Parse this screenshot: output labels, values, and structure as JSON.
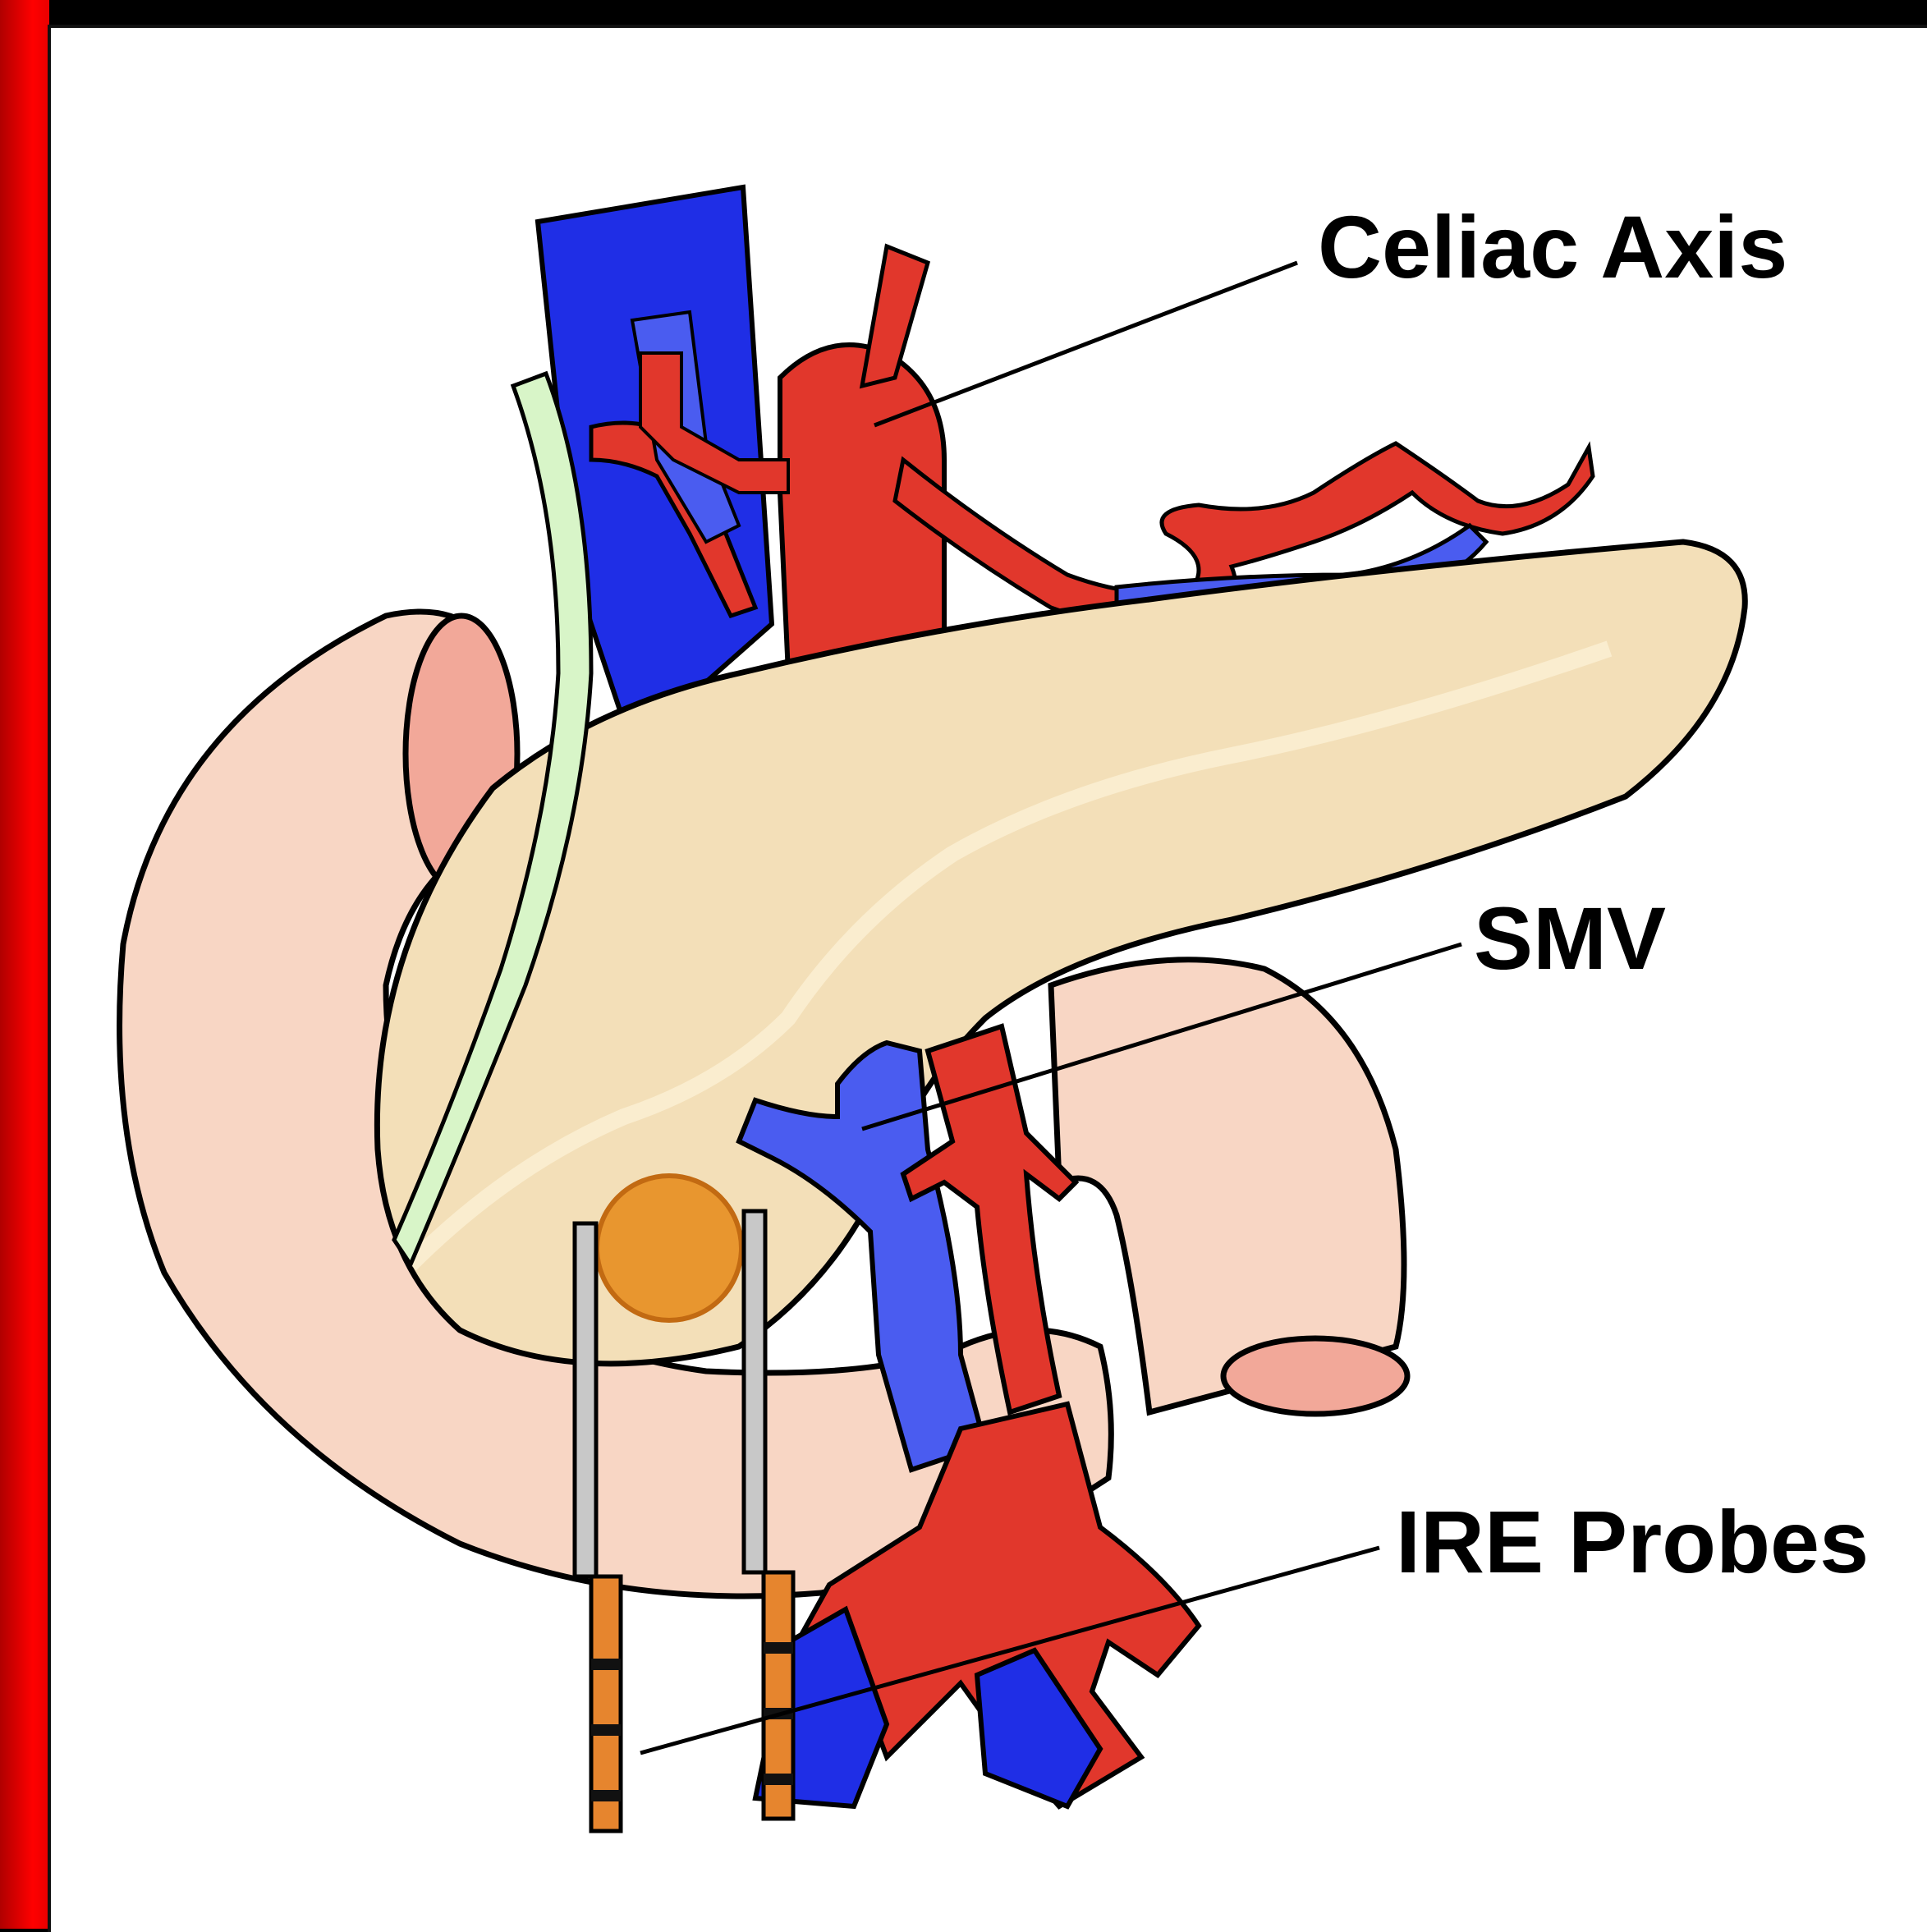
{
  "labels": {
    "celiac_axis": "Celiac Axis",
    "smv": "SMV",
    "ire_probes": "IRE Probes"
  },
  "colors": {
    "border_red": "#e80000",
    "artery_red": "#e1372c",
    "vein_blue": "#1f2ee6",
    "vein_light_blue": "#4a5cf0",
    "pancreas_tan": "#f3dfb8",
    "duodenum_pink": "#f8d6c4",
    "bile_duct_green": "#d8f5c8",
    "tumor_orange": "#e8962f",
    "probe_orange": "#e6852e",
    "probe_gray": "#c8c8c8"
  }
}
